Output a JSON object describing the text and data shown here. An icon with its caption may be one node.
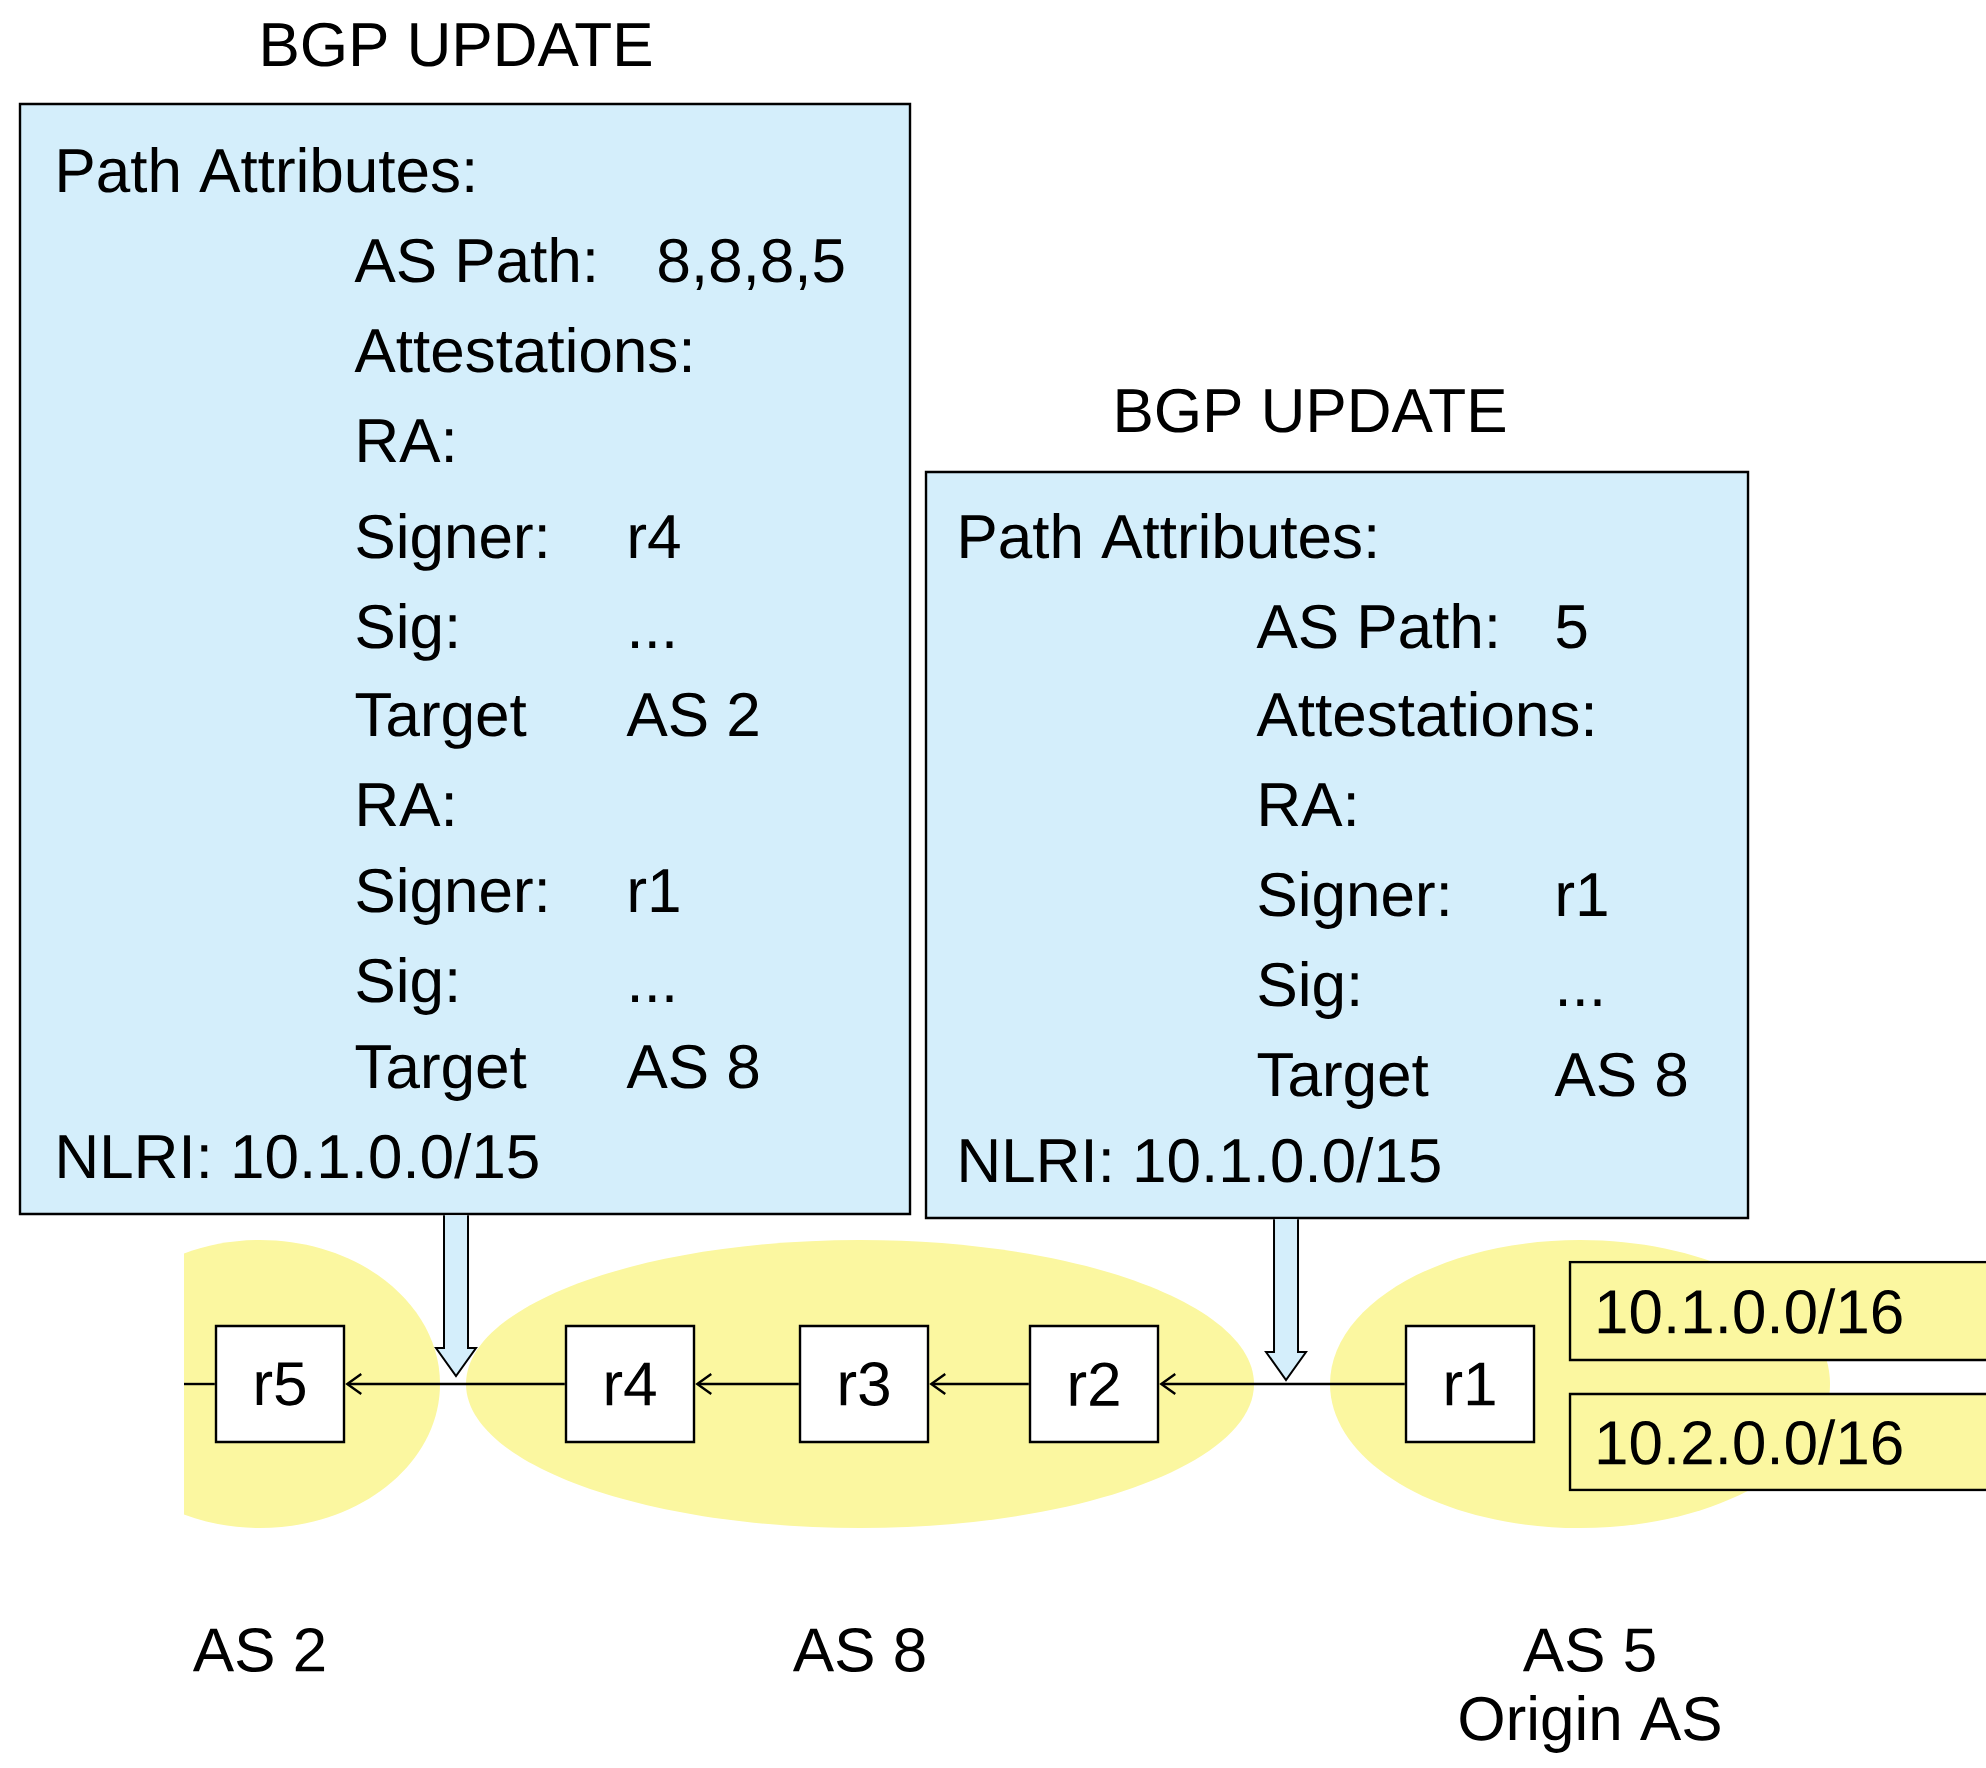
{
  "diagram": {
    "nodes": [
      {
        "text": [
          "BGP UPDATE",
          "Path Attributes:",
          "AS Path:",
          "8,8,8,5",
          "Attestations:",
          "RA:",
          "Signer:",
          "r4",
          "Sig:",
          "...",
          "Target",
          "AS 2",
          "RA:",
          "Signer:",
          "r1",
          "Sig:",
          "...",
          "Target",
          "AS 8",
          "NLRI: 10.1.0.0/15"
        ]
      },
      {
        "text": [
          "BGP UPDATE",
          "Path Attributes:",
          "AS Path:",
          "5",
          "Attestations:",
          "RA:",
          "Signer:",
          "r1",
          "Sig:",
          "...",
          "Target",
          "AS 8",
          "NLRI: 10.1.0.0/15"
        ]
      },
      {
        "text": [
          "AS 2"
        ]
      },
      {
        "text": [
          "r5"
        ],
        "in": 2
      },
      {
        "text": [
          "AS 8"
        ]
      },
      {
        "text": [
          "r4"
        ],
        "in": 4
      },
      {
        "text": [
          "r3"
        ],
        "in": 4
      },
      {
        "text": [
          "r2"
        ],
        "in": 4
      },
      {
        "text": [
          "AS 5",
          "Origin AS"
        ]
      },
      {
        "text": [
          "r1"
        ],
        "in": 8
      },
      {
        "text": [
          "10.1.0.0/16"
        ]
      },
      {
        "text": [
          "10.2.0.0/16"
        ]
      }
    ],
    "edges": [
      {
        "from": 9,
        "to": 7,
        "arrow": "to"
      },
      {
        "from": 7,
        "to": 6,
        "arrow": "to"
      },
      {
        "from": 6,
        "to": 5,
        "arrow": "to"
      },
      {
        "from": 5,
        "to": 3,
        "arrow": "to"
      },
      {
        "from": 3,
        "to": null,
        "arrow": "none"
      },
      {
        "from": 0,
        "to": null,
        "arrow": "to",
        "style": "thick",
        "color": "#d4eefb"
      },
      {
        "from": 1,
        "to": null,
        "arrow": "to",
        "style": "thick",
        "color": "#d4eefb"
      }
    ]
  }
}
